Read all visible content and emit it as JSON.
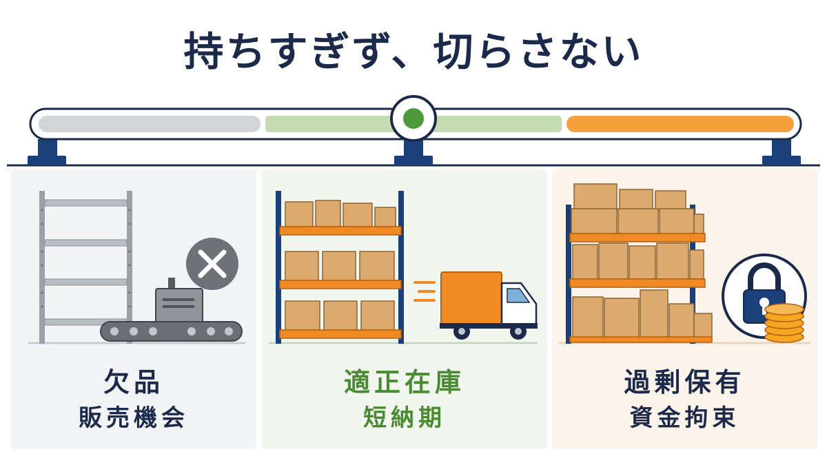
{
  "title": "持ちすぎず、切らさない",
  "colors": {
    "navy": "#1b2a4a",
    "gray_zone": "#d2d4d8",
    "green_zone": "#c5dcb3",
    "orange_zone": "#f5a03a",
    "indicator": "#4c9a3a",
    "box": "#dcaa6e",
    "shelf_orange": "#f08a24"
  },
  "panels": [
    {
      "id": "shortage",
      "label": "欠品",
      "sublabel": "販売機会",
      "icons": [
        "empty-shelf-icon",
        "conveyor-belt-icon",
        "x-mark-icon"
      ]
    },
    {
      "id": "optimal",
      "label": "適正在庫",
      "sublabel": "短納期",
      "icons": [
        "stocked-shelf-icon",
        "delivery-truck-icon"
      ]
    },
    {
      "id": "excess",
      "label": "過剰保有",
      "sublabel": "資金拘束",
      "icons": [
        "overstocked-shelf-icon",
        "padlock-icon",
        "coin-stack-icon"
      ]
    }
  ]
}
